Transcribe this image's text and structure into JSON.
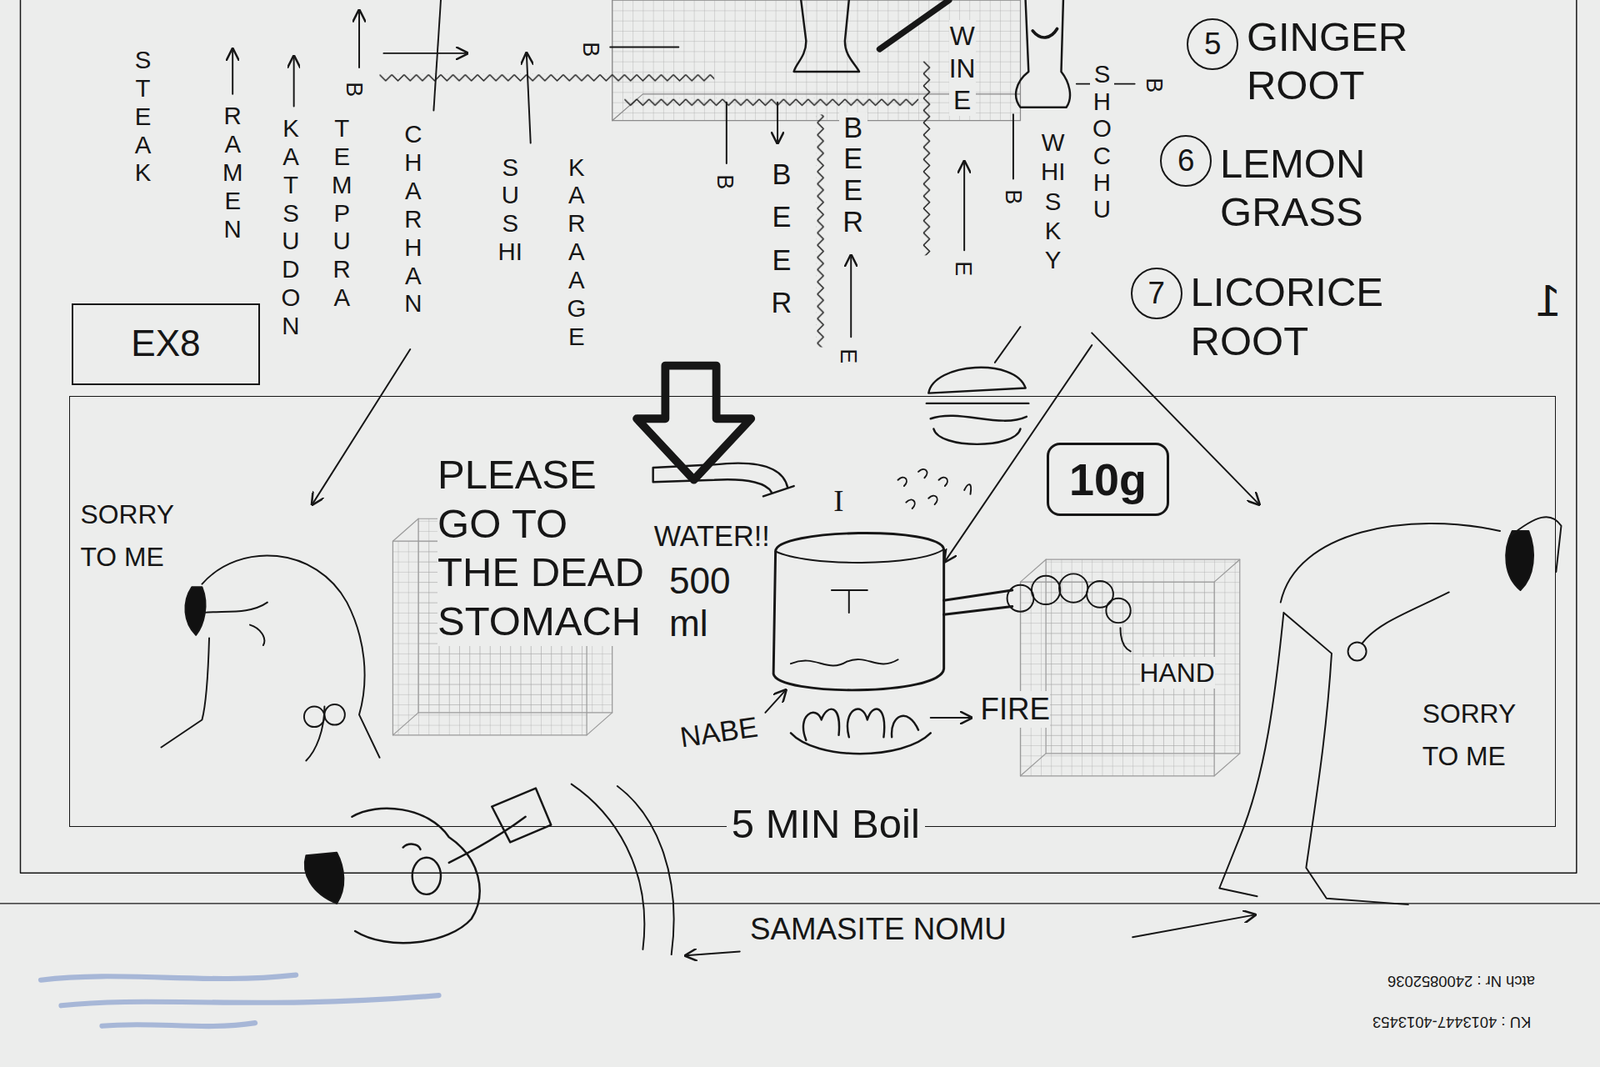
{
  "diagram": {
    "nodes": [
      {
        "text": [
          "5",
          "GINGER ROOT"
        ]
      },
      {
        "text": [
          "6",
          "LEMON GRASS"
        ]
      },
      {
        "text": [
          "7",
          "LICORICE ROOT"
        ]
      },
      {
        "text": [
          "EX8"
        ]
      },
      {
        "text": [
          "SORRY TO ME",
          "PLEASE GO TO THE DEAD STOMACH",
          "WATER!!",
          "500 ml",
          "I",
          "HAND",
          "NABE",
          "FIRE",
          "SORRY TO ME"
        ]
      },
      {
        "text": [
          "10g"
        ],
        "in": 4
      }
    ],
    "labels": [
      "STEAK",
      "RAMEN",
      "KATSUDON",
      "TEMPURA",
      "CHARHAN",
      "SUSHI",
      "KARAAGE",
      "BEER",
      "BEER",
      "WINE",
      "SHOCHU",
      "WHISKY",
      "B",
      "B",
      "B",
      "B",
      "B",
      "E",
      "E",
      "1",
      "5 MIN Boil",
      "SAMASITE NOMU",
      "atch Nr : 2400852036",
      "KU : 4013447-4013453"
    ]
  }
}
